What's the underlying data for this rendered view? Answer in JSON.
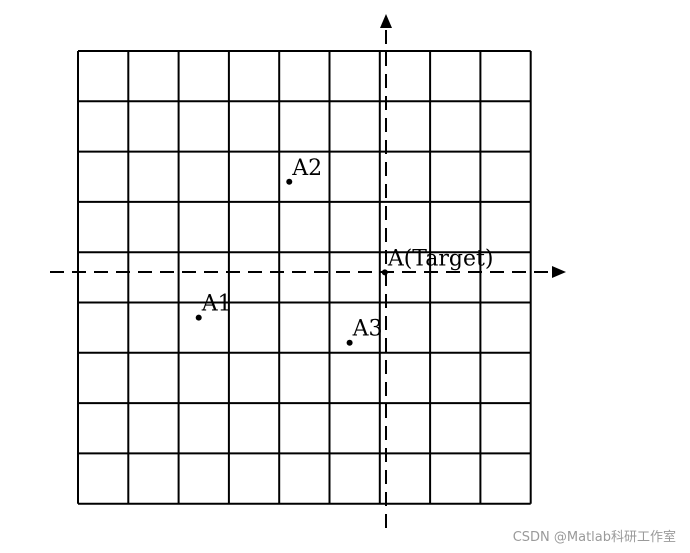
{
  "grid": {
    "rows": 9,
    "cols": 9,
    "line_color": "#000000"
  },
  "axes": {
    "style": "dashed",
    "arrows": [
      "up",
      "right"
    ]
  },
  "points": [
    {
      "id": "A2",
      "label": "A2",
      "col": 4.2,
      "row": 2.6
    },
    {
      "id": "target",
      "label": "A(Target)",
      "col": 6.1,
      "row": 4.4
    },
    {
      "id": "A1",
      "label": "A1",
      "col": 2.4,
      "row": 5.3
    },
    {
      "id": "A3",
      "label": "A3",
      "col": 5.4,
      "row": 5.8
    }
  ],
  "watermark": {
    "text": "CSDN @Matlab科研工作室",
    "color": "#9a9a9a"
  }
}
